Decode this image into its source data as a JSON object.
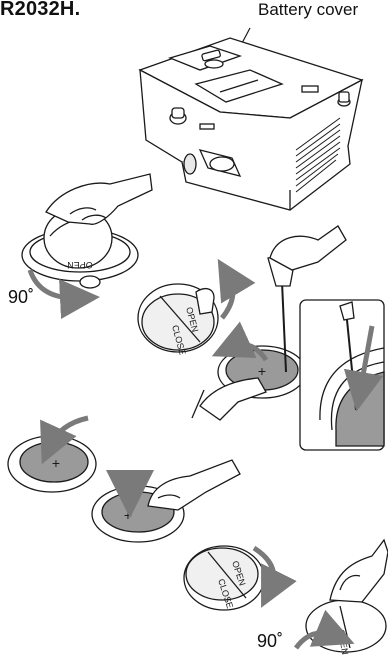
{
  "header": {
    "model_suffix": "R2032H."
  },
  "labels": {
    "battery_cover": "Battery cover",
    "rotate_angle_1": "90˚",
    "rotate_angle_2": "90˚"
  },
  "cap_text": {
    "open": "OPEN",
    "close": "CLOSE"
  },
  "colors": {
    "arrow": "#7a7a7a",
    "battery": "#9a9a9a",
    "line": "#1a1a1a"
  }
}
